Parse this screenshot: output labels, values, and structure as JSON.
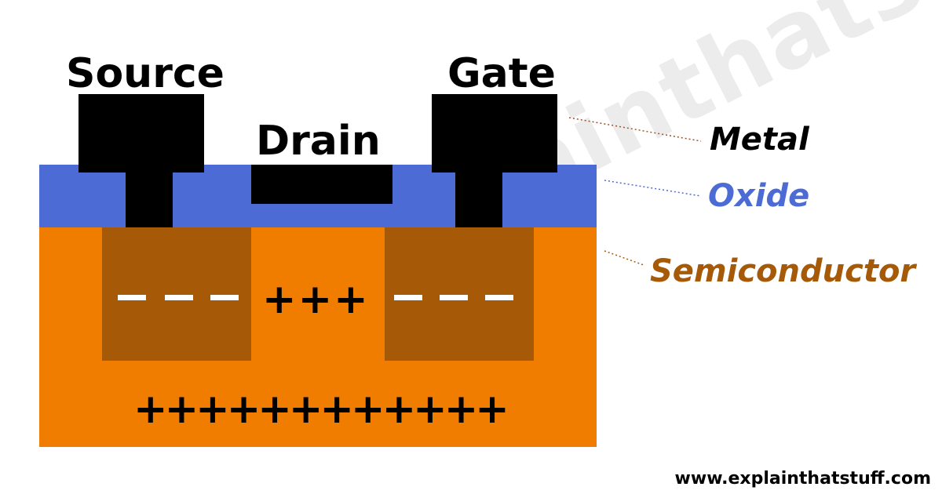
{
  "watermark": "www.explainthatstuff.com",
  "labels": {
    "source": "Source",
    "gate": "Gate",
    "drain": "Drain"
  },
  "legend": {
    "metal": "Metal",
    "oxide": "Oxide",
    "semiconductor": "Semiconductor"
  },
  "charges": {
    "channel": "+++",
    "substrate": "++++++++++++"
  },
  "colors": {
    "metal": "#000000",
    "oxide": "#4c6bd4",
    "semiconductor": "#f07d00",
    "doped_region": "#a65a08",
    "semiconductor_label": "#a65a08",
    "metal_leader": "#a0522d"
  },
  "footer": "www.explainthatstuff.com"
}
